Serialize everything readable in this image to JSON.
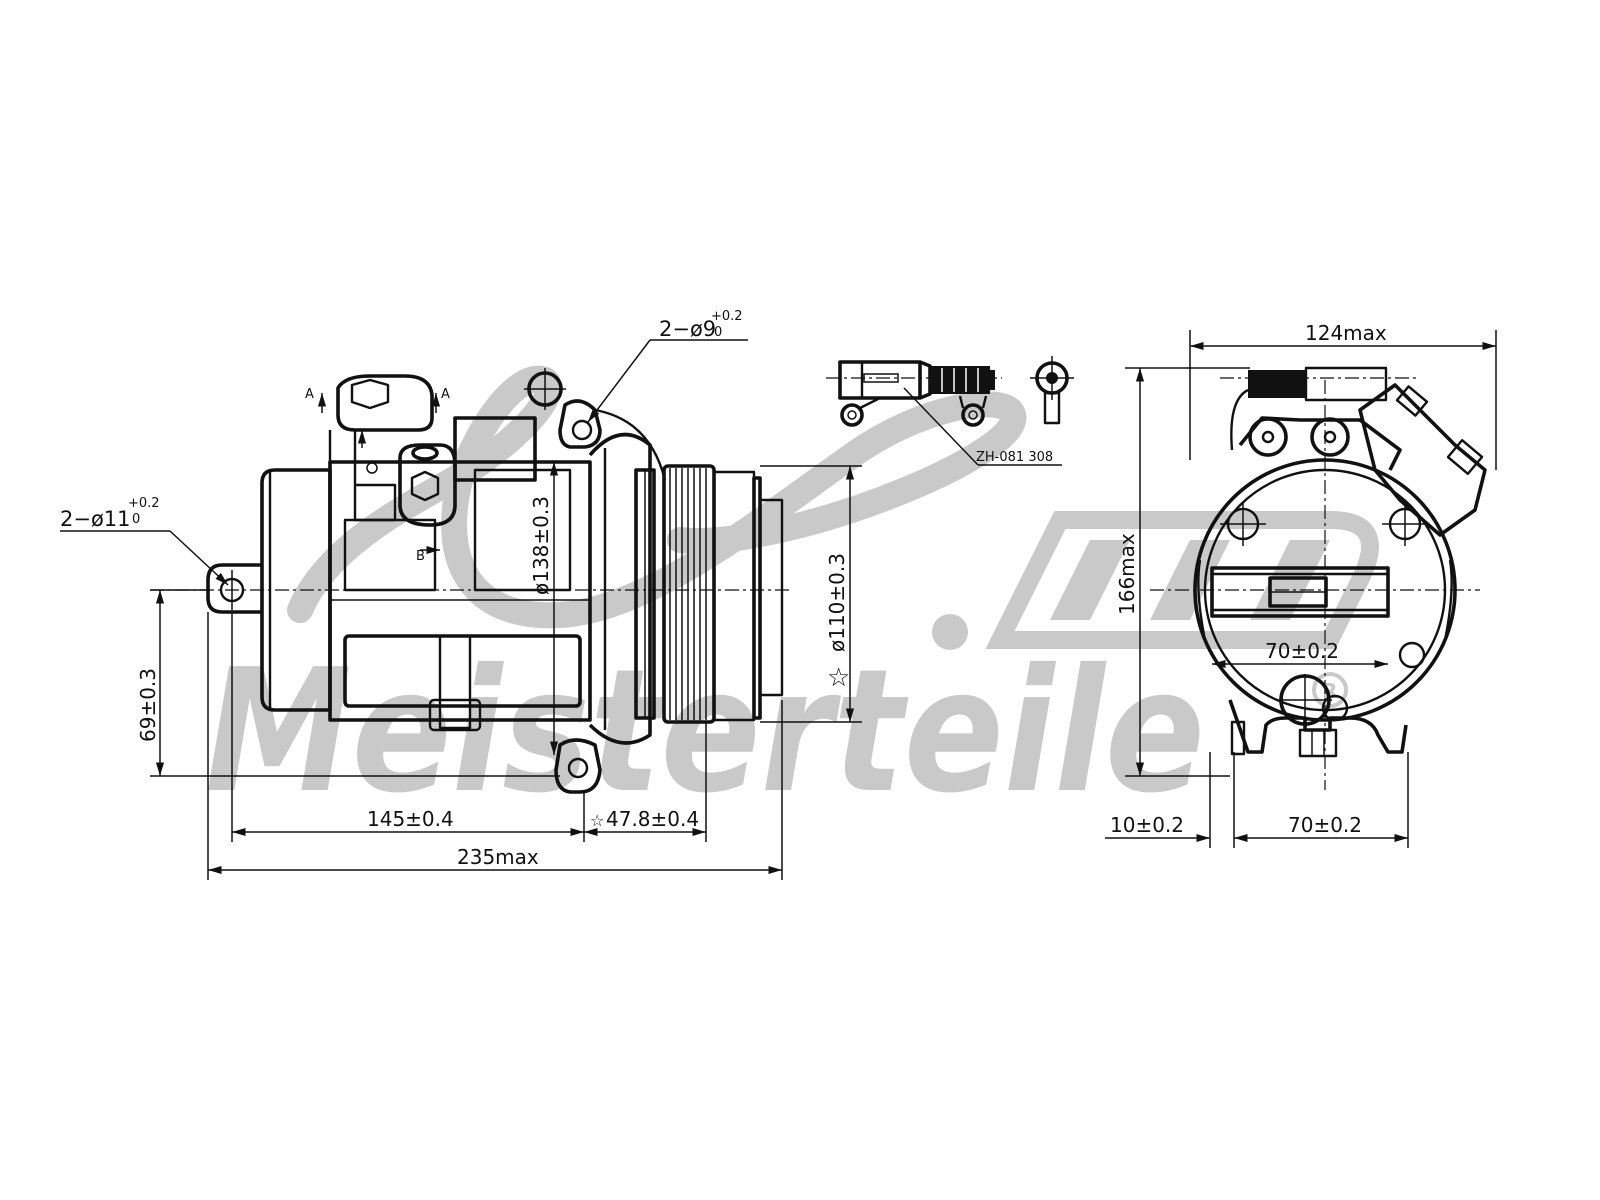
{
  "drawing": {
    "subject": "A/C compressor technical drawing",
    "views": [
      "side-view",
      "connector-detail",
      "front-view"
    ],
    "colors": {
      "line": "#111111",
      "watermark": "#c9c9c9",
      "background": "#ffffff"
    }
  },
  "watermark": {
    "brand_text": "Meisterteile",
    "registered_mark": "R"
  },
  "side_view": {
    "section_markers": {
      "a_left": "A",
      "a_right": "A",
      "b": "B"
    },
    "dimensions": {
      "mount_hole_left": {
        "prefix": "2−ø11",
        "tol_upper": "+0.2",
        "tol_lower": "0"
      },
      "mount_hole_top": {
        "prefix": "2−ø9",
        "tol_upper": "+0.2",
        "tol_lower": "0"
      },
      "body_diameter": "ø138±0.3",
      "pulley_diameter": "ø110±0.3",
      "mount_height": "69±0.3",
      "mount_spacing": "145±0.4",
      "pulley_offset": "47.8±0.4",
      "pulley_offset_marker": "☆",
      "overall_length": "235max",
      "pulley_marker": "☆"
    }
  },
  "connector_detail": {
    "part_number": "ZH-081 308"
  },
  "front_view": {
    "dimensions": {
      "overall_width": "124max",
      "overall_height": "166max",
      "inner_width": "70±0.2",
      "base_offset": "10±0.2",
      "base_width": "70±0.2"
    }
  }
}
